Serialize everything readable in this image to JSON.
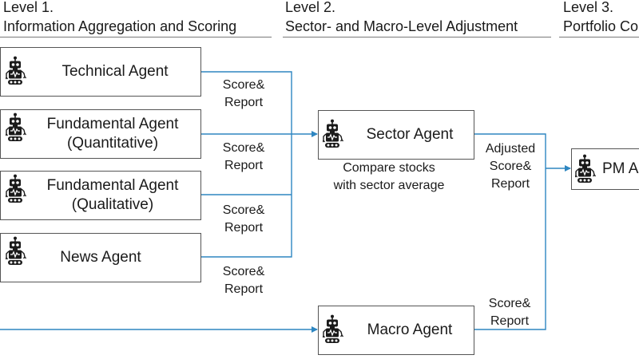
{
  "levels": [
    {
      "number": "Level 1.",
      "name": "Information Aggregation and Scoring"
    },
    {
      "number": "Level 2.",
      "name": "Sector- and Macro-Level Adjustment"
    },
    {
      "number": "Level 3.",
      "name": "Portfolio Co"
    }
  ],
  "agents": {
    "technical": {
      "line1": "Technical Agent",
      "line2": ""
    },
    "fundamental_quant": {
      "line1": "Fundamental Agent",
      "line2": "(Quantitative)"
    },
    "fundamental_qual": {
      "line1": "Fundamental Agent",
      "line2": "(Qualitative)"
    },
    "news": {
      "line1": "News Agent",
      "line2": ""
    },
    "sector": {
      "line1": "Sector Agent",
      "line2": ""
    },
    "macro": {
      "line1": "Macro Agent",
      "line2": ""
    },
    "pm": {
      "line1": "PM A",
      "line2": ""
    }
  },
  "edge_labels": {
    "l1_1": {
      "line1": "Score&",
      "line2": "Report"
    },
    "l1_2": {
      "line1": "Score&",
      "line2": "Report"
    },
    "l1_3": {
      "line1": "Score&",
      "line2": "Report"
    },
    "l1_4": {
      "line1": "Score&",
      "line2": "Report"
    },
    "sector_out": {
      "line1": "Adjusted",
      "line2": "Score&",
      "line3": "Report"
    },
    "macro_out": {
      "line1": "Score&",
      "line2": "Report"
    }
  },
  "sector_note": {
    "line1": "Compare stocks",
    "line2": "with sector average"
  },
  "colors": {
    "connector": "#2e86c1",
    "box_border": "#555555",
    "icon": "#1a1a1a"
  }
}
